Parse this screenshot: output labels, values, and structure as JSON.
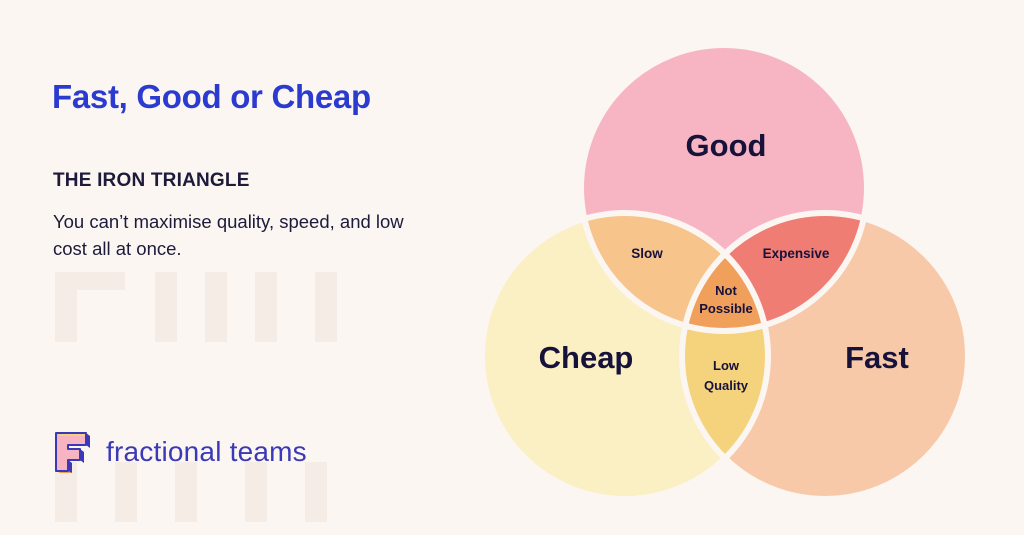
{
  "header": {
    "title": "Fast, Good or Cheap",
    "subtitle": "THE IRON TRIANGLE",
    "description": "You can’t maximise quality, speed, and low cost all at once."
  },
  "brand": {
    "name": "fractional teams",
    "logo_icon": "letter-f-logo-icon"
  },
  "venn": {
    "circles": {
      "good": {
        "label": "Good",
        "color": "#f7b5c4"
      },
      "cheap": {
        "label": "Cheap",
        "color": "#fbefc4"
      },
      "fast": {
        "label": "Fast",
        "color": "#f8c9a8"
      }
    },
    "overlaps": {
      "good_cheap": {
        "label": "Slow",
        "color": "#f7c48c"
      },
      "good_fast": {
        "label": "Expensive",
        "color": "#f07d74"
      },
      "cheap_fast": {
        "label_line1": "Low",
        "label_line2": "Quality",
        "color": "#f5d27c"
      },
      "all": {
        "label_line1": "Not",
        "label_line2": "Possible",
        "color": "#f1a05c"
      }
    }
  },
  "colors": {
    "background": "#fbf6f2",
    "title": "#2b3bd0",
    "text": "#1d1a3a",
    "brand": "#3b39b8",
    "outline": "#fbf6f2"
  }
}
